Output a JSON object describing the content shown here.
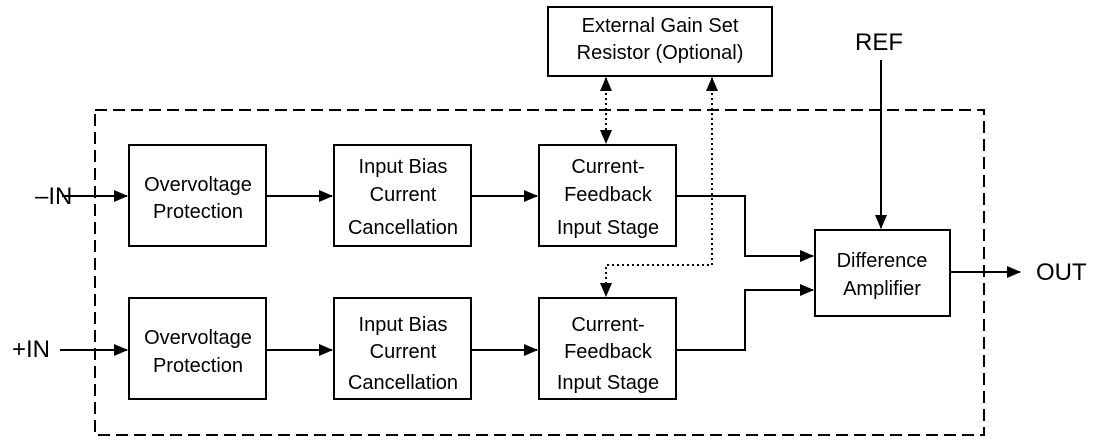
{
  "blocks": {
    "external_gain": {
      "line1": "External Gain Set",
      "line2": "Resistor (Optional)"
    },
    "ovp_top": {
      "line1": "Overvoltage",
      "line2": "Protection"
    },
    "ibc_top": {
      "line1": "Input Bias",
      "line2": "Current",
      "line3": "Cancellation"
    },
    "cfb_top": {
      "line1": "Current-",
      "line2": "Feedback",
      "line3": "Input Stage"
    },
    "ovp_bot": {
      "line1": "Overvoltage",
      "line2": "Protection"
    },
    "ibc_bot": {
      "line1": "Input Bias",
      "line2": "Current",
      "line3": "Cancellation"
    },
    "cfb_bot": {
      "line1": "Current-",
      "line2": "Feedback",
      "line3": "Input Stage"
    },
    "diff_amp": {
      "line1": "Difference",
      "line2": "Amplifier"
    }
  },
  "terminals": {
    "neg_in": "–IN",
    "pos_in": "+IN",
    "ref": "REF",
    "out": "OUT"
  },
  "colors": {
    "line": "#000000",
    "background": "#ffffff"
  }
}
